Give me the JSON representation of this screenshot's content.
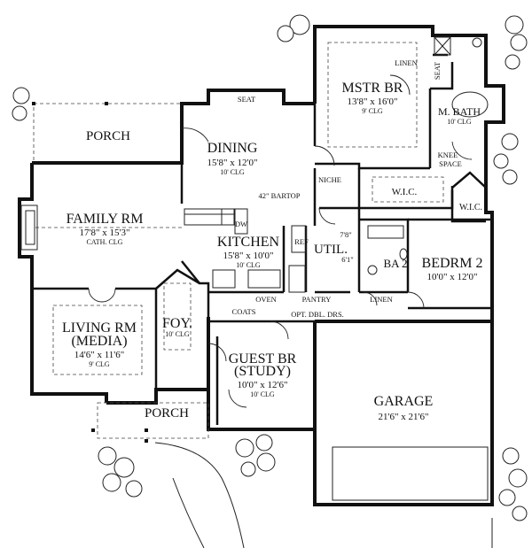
{
  "rooms": {
    "porch_top": {
      "name": "PORCH"
    },
    "dining": {
      "name": "DINING",
      "dim": "15'8\" x 12'0\"",
      "clg": "10' CLG"
    },
    "mstr_br": {
      "name": "MSTR BR",
      "dim": "13'8\" x 16'0\"",
      "clg": "9' CLG"
    },
    "m_bath": {
      "name": "M. BATH",
      "clg": "10' CLG"
    },
    "family": {
      "name": "FAMILY RM",
      "dim": "17'8\" x 15'3\"",
      "clg": "CATH. CLG"
    },
    "kitchen": {
      "name": "KITCHEN",
      "dim": "15'8\" x 10'0\"",
      "clg": "10' CLG"
    },
    "bedrm2": {
      "name": "BEDRM 2",
      "dim": "10'0\" x 12'0\""
    },
    "ba2": {
      "name": "BA 2"
    },
    "living": {
      "name": "LIVING RM",
      "name2": "(MEDIA)",
      "dim": "14'6\" x 11'6\"",
      "clg": "9' CLG"
    },
    "foyer": {
      "name": "FOY.",
      "clg": "10' CLG"
    },
    "guest": {
      "name": "GUEST BR",
      "name2": "(STUDY)",
      "dim": "10'0\" x 12'6\"",
      "clg": "10' CLG"
    },
    "garage": {
      "name": "GARAGE",
      "dim": "21'6\" x 21'6\""
    },
    "porch_bottom": {
      "name": "PORCH"
    },
    "util": {
      "name": "UTIL."
    }
  },
  "labels": {
    "seat_top": "SEAT",
    "seat_bath": "SEAT",
    "linen_top": "LINEN",
    "knee_space_1": "KNEE",
    "knee_space_2": "SPACE",
    "wic1": "W.I.C.",
    "wic2": "W.I.C.",
    "niche": "NICHE",
    "bartop": "42\" BARTOP",
    "dw": "DW",
    "ref": "REF",
    "oven": "OVEN",
    "pantry": "PANTRY",
    "linen_bottom": "LINEN",
    "coats": "COATS",
    "opt_dbl": "OPT. DBL. DRS.",
    "dim_78": "7'8\"",
    "dim_61": "6'1\""
  }
}
